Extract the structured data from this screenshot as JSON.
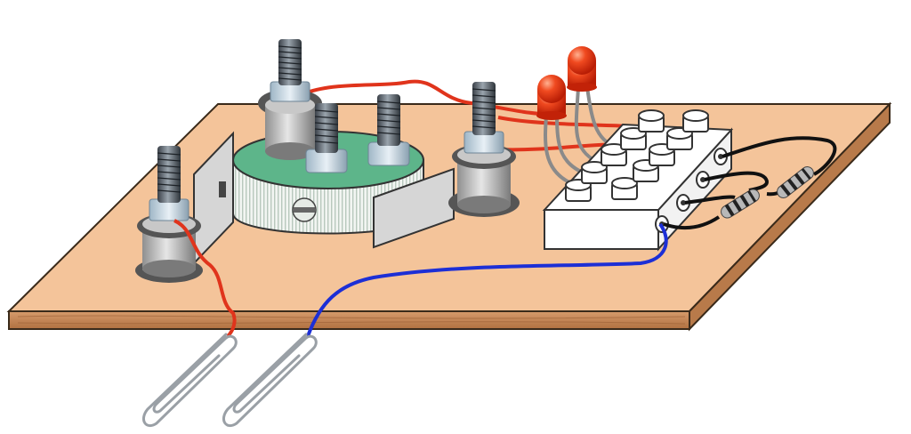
{
  "scene": {
    "board_color": "#f4c49a",
    "board_edge_color": "#c98a5a",
    "terminal_block_color": "#ffffff",
    "wire_red": "#e0341c",
    "wire_blue": "#1c2fd6",
    "wire_black": "#111111",
    "led_color": "#e8300f",
    "pot_face_color": "#5db58a",
    "components": {
      "binding_posts": 4,
      "potentiometer": 1,
      "leds": 2,
      "resistors": 2,
      "terminal_block": 1,
      "paper_clips": 2
    }
  }
}
